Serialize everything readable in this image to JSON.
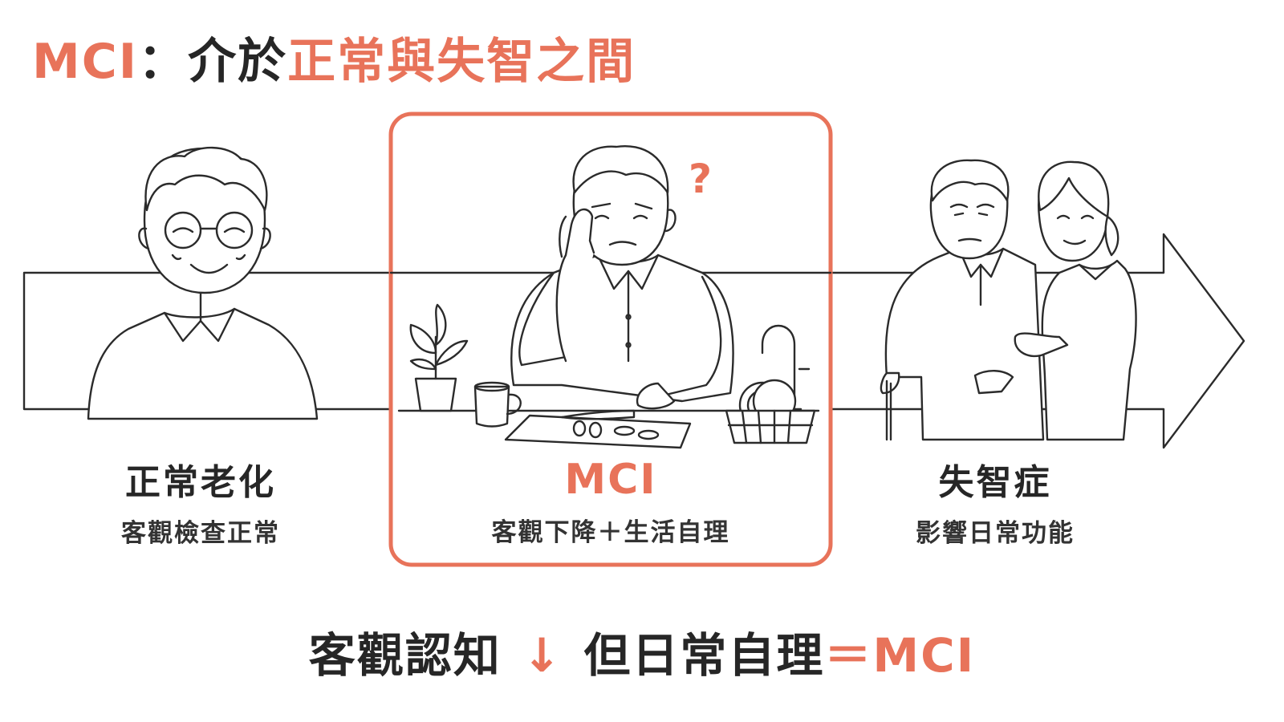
{
  "title": {
    "prefix": "MCI",
    "separator": "：",
    "middle": "介於",
    "highlight": "正常與失智之間"
  },
  "stages": {
    "normal": {
      "title": "正常老化",
      "subtitle": "客觀檢查正常"
    },
    "mci": {
      "title": "MCI",
      "subtitle": "客觀下降＋生活自理"
    },
    "dementia": {
      "title": "失智症",
      "subtitle": "影響日常功能"
    }
  },
  "mci_question_mark": "?",
  "formula": {
    "part1": "客觀認知",
    "arrow": "↓",
    "part2": "但日常自理",
    "equals": "＝",
    "result": "MCI"
  },
  "icons": [
    "timeline-arrow",
    "smiling-elderly-man",
    "confused-elderly-man-cooking",
    "elderly-man-with-cane",
    "caregiver-woman",
    "plant-pot",
    "coffee-mug",
    "cutting-board-knife",
    "dish-rack",
    "faucet"
  ],
  "colors": {
    "accent": "#e8735a",
    "ink": "#262626",
    "background": "#ffffff"
  }
}
